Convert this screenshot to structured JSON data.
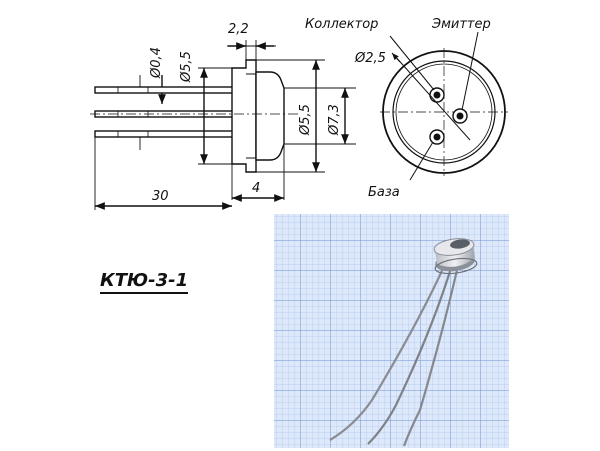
{
  "side_view": {
    "dims": {
      "lead_diameter": "Ø0,4",
      "pin_circle_diameter": "Ø5,5",
      "flange_thickness": "2,2",
      "lead_length": "30",
      "body_length": "4",
      "body_diameter": "Ø5,5",
      "flange_diameter": "Ø7,3"
    }
  },
  "end_view": {
    "hole_diameter": "Ø2,5",
    "labels": {
      "collector": "Коллектор",
      "emitter": "Эмиттер",
      "base": "База"
    }
  },
  "package_name": "КТЮ-3-1",
  "photo": {
    "description_icon": "transistor-photo",
    "grid_color": "#8fb0e0",
    "background": "#dde8fb"
  }
}
